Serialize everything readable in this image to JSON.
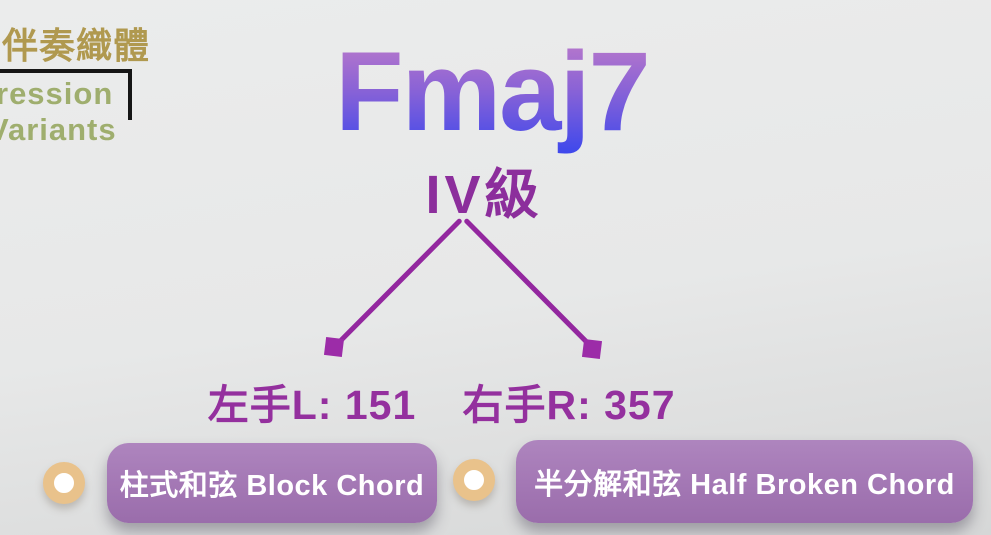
{
  "slide": {
    "background_top": "#ebecec",
    "background_bottom": "#d6d7d7"
  },
  "header": {
    "title": "伴奏織體",
    "title_color": "#b0994f",
    "subtitle_line1": "ression",
    "subtitle_line2": "Variants",
    "subtitle_color": "#9fae6e"
  },
  "chord": {
    "name": "Fmaj7",
    "degree": "IV級",
    "name_gradient_top": "#c87fc7",
    "name_gradient_mid": "#8a63d6",
    "name_gradient_bottom": "#3746ee",
    "degree_color": "#8c2e9c"
  },
  "branches": {
    "line_color": "#93279f",
    "label_color": "#94309e",
    "left": {
      "label": "左手L: 151",
      "option": "柱式和弦 Block Chord"
    },
    "right": {
      "label": "右手R: 357",
      "option": "半分解和弦 Half Broken Chord"
    }
  },
  "options_style": {
    "pill_color": "#a377b4",
    "pill_text_color": "#ffffff",
    "bullet_outer_color": "#e9c28b",
    "bullet_inner_color": "#ffffff"
  }
}
